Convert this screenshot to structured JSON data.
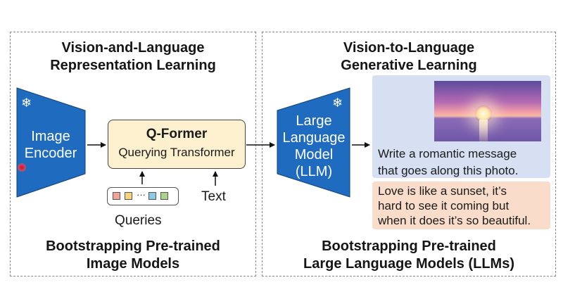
{
  "left_panel": {
    "title_lines": [
      "Vision-and-Language",
      "Representation Learning"
    ],
    "bottom_lines": [
      "Bootstrapping Pre-trained",
      "Image Models"
    ]
  },
  "right_panel": {
    "title_lines": [
      "Vision-to-Language",
      "Generative Learning"
    ],
    "bottom_lines": [
      "Bootstrapping Pre-trained",
      "Large Language Models (LLMs)"
    ]
  },
  "image_encoder": {
    "label_lines": [
      "Image",
      "Encoder"
    ],
    "frozen_icon": "snowflake-icon",
    "color": "#1f6bbf"
  },
  "qformer": {
    "title": "Q-Former",
    "subtitle": "Querying Transformer",
    "fill": "#fdf0cf"
  },
  "queries": {
    "label": "Queries",
    "ellipsis": "···",
    "token_colors": [
      "#f3a398",
      "#f6d37c",
      "#8ec9e8",
      "#a9d389"
    ]
  },
  "text_input": {
    "label": "Text"
  },
  "llm": {
    "label_lines": [
      "Large",
      "Language",
      "Model",
      "(LLM)"
    ],
    "frozen_icon": "snowflake-icon",
    "color": "#1f6bbf"
  },
  "prompt": {
    "lines": [
      "Write a romantic message",
      "that goes along this photo."
    ],
    "background": "#d7e0f3"
  },
  "answer": {
    "lines": [
      "Love is like a sunset, it’s",
      "hard to see it coming but",
      "when it does it’s so beautiful."
    ],
    "background": "#f9dcca"
  },
  "icons": {
    "snowflake": "❄"
  }
}
